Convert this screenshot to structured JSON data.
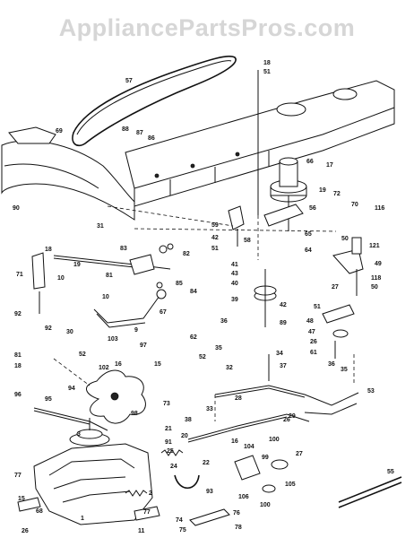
{
  "watermark": "AppliancePartsPros.com",
  "callouts": [
    {
      "id": "c57",
      "text": "57"
    },
    {
      "id": "c69",
      "text": "69"
    },
    {
      "id": "c90",
      "text": "90"
    },
    {
      "id": "c88",
      "text": "88"
    },
    {
      "id": "c87",
      "text": "87"
    },
    {
      "id": "c86",
      "text": "86"
    },
    {
      "id": "c18a",
      "text": "18"
    },
    {
      "id": "c51a",
      "text": "51"
    },
    {
      "id": "c66",
      "text": "66"
    },
    {
      "id": "c17",
      "text": "17"
    },
    {
      "id": "c19a",
      "text": "19"
    },
    {
      "id": "c72",
      "text": "72"
    },
    {
      "id": "c70",
      "text": "70"
    },
    {
      "id": "c116",
      "text": "116"
    },
    {
      "id": "c31",
      "text": "31"
    },
    {
      "id": "c59",
      "text": "59"
    },
    {
      "id": "c42a",
      "text": "42"
    },
    {
      "id": "c51b",
      "text": "51"
    },
    {
      "id": "c58",
      "text": "58"
    },
    {
      "id": "c56",
      "text": "56"
    },
    {
      "id": "c65",
      "text": "65"
    },
    {
      "id": "c64",
      "text": "64"
    },
    {
      "id": "c50a",
      "text": "50"
    },
    {
      "id": "c121",
      "text": "121"
    },
    {
      "id": "c18b",
      "text": "18"
    },
    {
      "id": "c71",
      "text": "71"
    },
    {
      "id": "c19b",
      "text": "19"
    },
    {
      "id": "c10a",
      "text": "10"
    },
    {
      "id": "c92a",
      "text": "92"
    },
    {
      "id": "c83",
      "text": "83"
    },
    {
      "id": "c82",
      "text": "82"
    },
    {
      "id": "c81",
      "text": "81"
    },
    {
      "id": "c41",
      "text": "41"
    },
    {
      "id": "c43",
      "text": "43"
    },
    {
      "id": "c49",
      "text": "49"
    },
    {
      "id": "c118",
      "text": "118"
    },
    {
      "id": "c27a",
      "text": "27"
    },
    {
      "id": "c50b",
      "text": "50"
    },
    {
      "id": "c10b",
      "text": "10"
    },
    {
      "id": "c85",
      "text": "85"
    },
    {
      "id": "c84",
      "text": "84"
    },
    {
      "id": "c67",
      "text": "67"
    },
    {
      "id": "c40",
      "text": "40"
    },
    {
      "id": "c39",
      "text": "39"
    },
    {
      "id": "c42b",
      "text": "42"
    },
    {
      "id": "c89",
      "text": "89"
    },
    {
      "id": "c51c",
      "text": "51"
    },
    {
      "id": "c9",
      "text": "9"
    },
    {
      "id": "c36",
      "text": "36"
    },
    {
      "id": "c62",
      "text": "62"
    },
    {
      "id": "c35",
      "text": "35"
    },
    {
      "id": "c48",
      "text": "48"
    },
    {
      "id": "c47",
      "text": "47"
    },
    {
      "id": "c26a",
      "text": "26"
    },
    {
      "id": "c61",
      "text": "61"
    },
    {
      "id": "c92b",
      "text": "92"
    },
    {
      "id": "c30",
      "text": "30"
    },
    {
      "id": "c81b",
      "text": "81"
    },
    {
      "id": "c18c",
      "text": "18"
    },
    {
      "id": "c52a",
      "text": "52"
    },
    {
      "id": "c103",
      "text": "103"
    },
    {
      "id": "c97",
      "text": "97"
    },
    {
      "id": "c102",
      "text": "102"
    },
    {
      "id": "c16a",
      "text": "16"
    },
    {
      "id": "c15",
      "text": "15"
    },
    {
      "id": "c52b",
      "text": "52"
    },
    {
      "id": "c32",
      "text": "32"
    },
    {
      "id": "c34",
      "text": "34"
    },
    {
      "id": "c37",
      "text": "37"
    },
    {
      "id": "c36b",
      "text": "36"
    },
    {
      "id": "c35b",
      "text": "35"
    },
    {
      "id": "c96",
      "text": "96"
    },
    {
      "id": "c95",
      "text": "95"
    },
    {
      "id": "c94",
      "text": "94"
    },
    {
      "id": "c28",
      "text": "28"
    },
    {
      "id": "c53",
      "text": "53"
    },
    {
      "id": "c73",
      "text": "73"
    },
    {
      "id": "c98",
      "text": "98"
    },
    {
      "id": "c38",
      "text": "38"
    },
    {
      "id": "c33",
      "text": "33"
    },
    {
      "id": "c29",
      "text": "29"
    },
    {
      "id": "c21",
      "text": "21"
    },
    {
      "id": "c3",
      "text": "3"
    },
    {
      "id": "c26b",
      "text": "26"
    },
    {
      "id": "c91",
      "text": "91"
    },
    {
      "id": "c20",
      "text": "20"
    },
    {
      "id": "c16b",
      "text": "16"
    },
    {
      "id": "c104",
      "text": "104"
    },
    {
      "id": "c100a",
      "text": "100"
    },
    {
      "id": "c27b",
      "text": "27"
    },
    {
      "id": "c99",
      "text": "99"
    },
    {
      "id": "c25",
      "text": "25"
    },
    {
      "id": "c24",
      "text": "24"
    },
    {
      "id": "c22",
      "text": "22"
    },
    {
      "id": "c105",
      "text": "105"
    },
    {
      "id": "c106",
      "text": "106"
    },
    {
      "id": "c77a",
      "text": "77"
    },
    {
      "id": "c2",
      "text": "2"
    },
    {
      "id": "c93",
      "text": "93"
    },
    {
      "id": "c15b",
      "text": "15"
    },
    {
      "id": "c68",
      "text": "68"
    },
    {
      "id": "c1",
      "text": "1"
    },
    {
      "id": "c77b",
      "text": "77"
    },
    {
      "id": "c100b",
      "text": "100"
    },
    {
      "id": "c74",
      "text": "74"
    },
    {
      "id": "c75",
      "text": "75"
    },
    {
      "id": "c76",
      "text": "76"
    },
    {
      "id": "c78",
      "text": "78"
    },
    {
      "id": "c26c",
      "text": "26"
    },
    {
      "id": "c55",
      "text": "55"
    },
    {
      "id": "c11",
      "text": "11"
    }
  ]
}
